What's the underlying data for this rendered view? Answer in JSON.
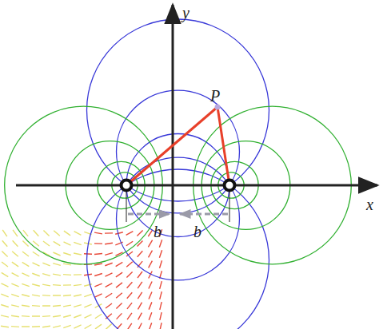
{
  "diagram": {
    "labels": [
      "y",
      "P",
      "x",
      "b",
      "b"
    ]
  }
}
